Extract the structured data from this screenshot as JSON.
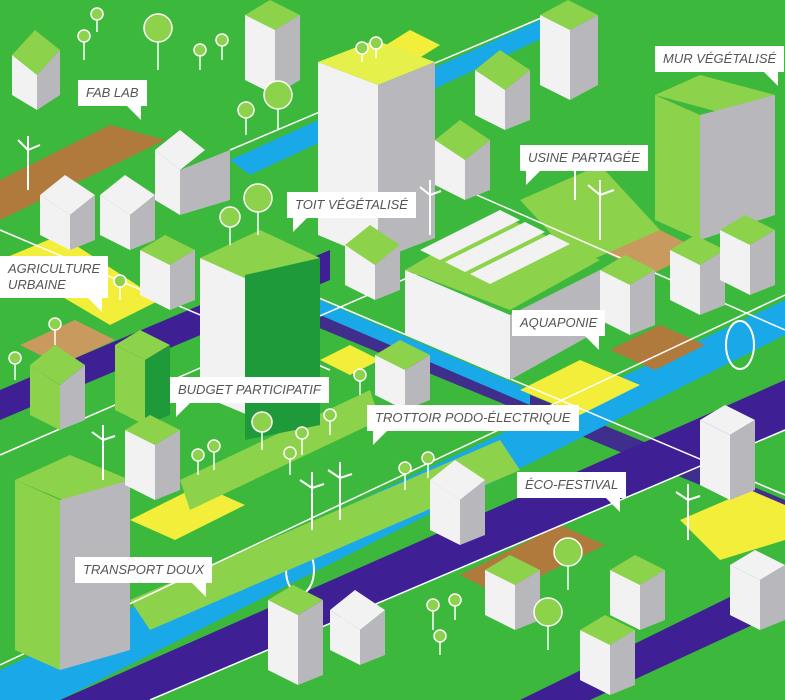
{
  "labels": {
    "fab_lab": "FAB LAB",
    "mur_vegetalise": "MUR VÉGÉTALISÉ",
    "usine_partagee": "USINE PARTAGÉE",
    "toit_vegetalise": "TOIT VÉGÉTALISÉ",
    "agriculture_urbaine": "AGRICULTURE\nURBAINE",
    "aquaponie": "AQUAPONIE",
    "budget_participatif": "BUDGET PARTICIPATIF",
    "trottoir": "TROTTOIR PODO-ÉLECTRIQUE",
    "eco_festival": "ÉCO-FESTIVAL",
    "transport_doux": "TRANSPORT DOUX"
  },
  "colors": {
    "ground": "#3cb83c",
    "light_green": "#8cd24a",
    "dark_green": "#1e9a3a",
    "road": "#3f1f94",
    "water": "#1aa9e8",
    "yellow": "#f2ee3a",
    "soil": "#b07a3c",
    "building_light": "#f2f2f2",
    "building_shade": "#b8b8bc",
    "callout_bg": "#ffffff",
    "callout_text": "#555555"
  }
}
